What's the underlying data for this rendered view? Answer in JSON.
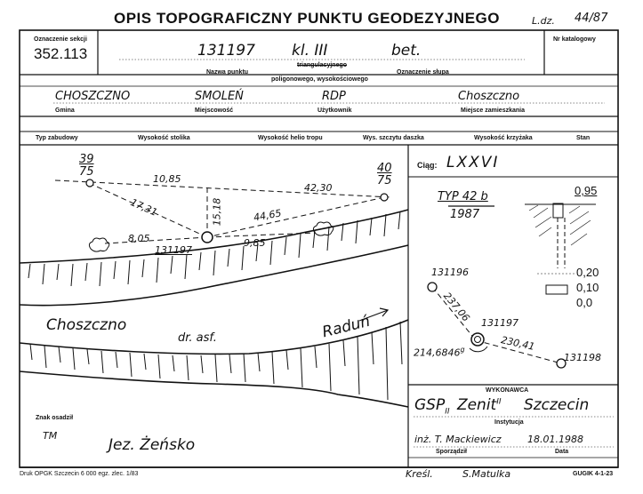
{
  "header": {
    "title": "OPIS TOPOGRAFICZNY PUNKTU GEODEZYJNEGO",
    "ldz_label": "L.dz.",
    "ldz_value": "44/87"
  },
  "top_row": {
    "section_label": "Oznaczenie sekcji",
    "section_value": "352.113",
    "point_name_value": "131197",
    "point_class": "kl. III",
    "mark_type": "bet.",
    "catalog_label": "Nr katalogowy",
    "point_type_options": "triangulacyjnego",
    "point_type_options2": "poligonowego, wysokościowego",
    "point_name_label": "Nazwa punktu",
    "mark_label": "Oznaczenie słupa"
  },
  "location": {
    "gmina_label": "Gmina",
    "gmina_value": "CHOSZCZNO",
    "miejscowosc_label": "Miejscowość",
    "miejscowosc_value": "SMOLEŃ",
    "uzytkownik_label": "Użytkownik",
    "uzytkownik_value": "RDP",
    "zamieszkania_label": "Miejsce zamieszkania",
    "zamieszkania_value": "Choszczno"
  },
  "details_row": {
    "typ_zabudowy": "Typ zabudowy",
    "wys_stolika": "Wysokość stolika",
    "wys_heli": "Wysokość helio tropu",
    "wys_daszka": "Wys. szczytu daszka",
    "wys_krzyzaka": "Wysokość krzyżaka",
    "stan": "Stan"
  },
  "sketch": {
    "pt_left_top": "39",
    "pt_left_bot": "75",
    "pt_right_top": "40",
    "pt_right_bot": "75",
    "dist_10_85": "10,85",
    "dist_42_30": "42,30",
    "dist_17_31": "17,31",
    "dist_15_18": "15,18",
    "dist_44_65": "44,65",
    "dist_8_05": "8,05",
    "dist_9_85": "9,85",
    "center_pt": "131197",
    "town_left": "Choszczno",
    "road_label": "dr. asf.",
    "town_right": "Raduń",
    "znak_label": "Znak osadził",
    "znak_value": "TM",
    "lake": "Jez. Żeńsko"
  },
  "ciag": {
    "label": "Ciąg:",
    "value": "LXXVI"
  },
  "mark_info": {
    "type": "TYP 42 b",
    "year": "1987",
    "h1": "0,95",
    "h2": "0,20",
    "h3": "0,10",
    "h4": "0,0"
  },
  "traverse": {
    "p1": "131196",
    "d1": "237,06",
    "p2": "131197",
    "angle": "214,6846",
    "angle_unit": "g",
    "d2": "230,41",
    "p3": "131198"
  },
  "executor": {
    "header": "WYKONAWCA",
    "value": "GSP",
    "sub": "II",
    "name": "Zenit",
    "name_sup": "II",
    "city": "Szczecin",
    "inst_label": "Instytucja",
    "person": "inż. T. Mackiewicz",
    "date": "18.01.1988",
    "sporz_label": "Sporządził",
    "data_label": "Data"
  },
  "footer": {
    "print": "Druk OPGK Szczecin 6 000 egz. zlec. 1/83",
    "kreslil": "Kreśl.",
    "kreslil_name": "S.Matulka",
    "form_id": "GUGIK 4-1-23"
  }
}
